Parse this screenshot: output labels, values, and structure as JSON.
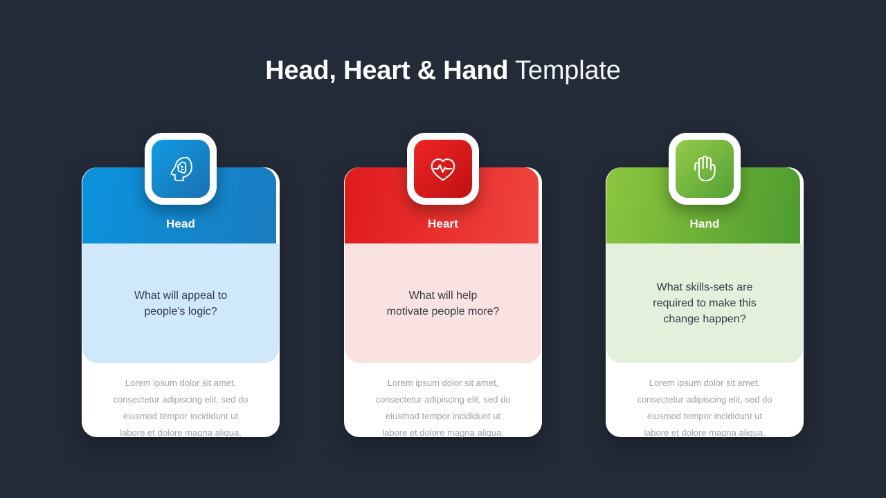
{
  "background_color": "#242b38",
  "header": {
    "title_strong": "Head, Heart & Hand",
    "title_light": " Template"
  },
  "cards": [
    {
      "id": "head",
      "icon": "head-brain-icon",
      "title": "Head",
      "question": "What will appeal to\npeople's logic?",
      "body": "Lorem ipsum dolor sit amet,\nconsectetur adipiscing elit, sed do\neiusmod tempor incididunt  ut\nlabore et dolore magna aliqua.",
      "accent_color": "#0b93dd",
      "tint_color": "#cfe9fb"
    },
    {
      "id": "heart",
      "icon": "heart-pulse-icon",
      "title": "Heart",
      "question": "What will help\nmotivate people more?",
      "body": "Lorem ipsum dolor sit amet,\nconsectetur adipiscing elit, sed do\neiusmod tempor incididunt  ut\nlabore et dolore magna aliqua.",
      "accent_color": "#e01b1b",
      "tint_color": "#fbe2e2"
    },
    {
      "id": "hand",
      "icon": "open-hand-icon",
      "title": "Hand",
      "question": "What skills-sets are\nrequired to make this\nchange happen?",
      "body": "Lorem ipsum dolor sit amet,\nconsectetur adipiscing elit, sed do\neiusmod tempor incididunt  ut\nlabore et dolore magna aliqua.",
      "accent_color": "#8dc63f",
      "tint_color": "#e4f0dc"
    }
  ]
}
